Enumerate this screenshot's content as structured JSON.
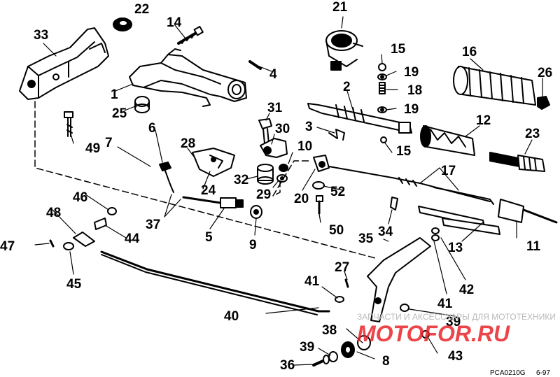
{
  "diagram": {
    "part_numbers": [
      "1",
      "2",
      "3",
      "4",
      "5",
      "6",
      "7",
      "8",
      "9",
      "10",
      "11",
      "12",
      "13",
      "14",
      "15",
      "16",
      "17",
      "18",
      "19",
      "20",
      "21",
      "22",
      "23",
      "24",
      "25",
      "26",
      "27",
      "28",
      "29",
      "30",
      "31",
      "32",
      "33",
      "34",
      "35",
      "36",
      "37",
      "38",
      "39",
      "40",
      "41",
      "42",
      "43",
      "44",
      "45",
      "46",
      "47",
      "48",
      "49",
      "50",
      "52"
    ],
    "watermark_top": "ЗАПЧАСТИ И АКСЕССУАРЫ ДЛЯ МОТОТЕХНИКИ",
    "watermark_logo": "MOTOFOR.RU",
    "figure_code": "PCA0210G",
    "figure_date": "6-97"
  },
  "colors": {
    "ink": "#000000",
    "watermark_red": "#e8252b",
    "watermark_grey": "#b9b9b9"
  }
}
